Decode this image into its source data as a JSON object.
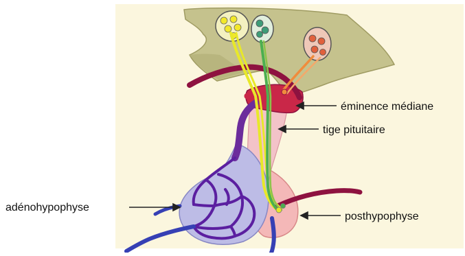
{
  "labels": {
    "eminence": "éminence médiane",
    "tige": "tige pituitaire",
    "adeno": "adénohypophyse",
    "posthypo": "posthypophyse"
  },
  "colors": {
    "background_panel": "#FBF6DE",
    "hypothalamus": "#C5C28D",
    "portal_vessels": "#6C2C9C",
    "artery": "#8E1240",
    "anterior_lobe": "#BDBCE6",
    "posterior_lobe": "#F4B8B8",
    "axon_yellow": "#E8E829",
    "axon_green": "#4CAF50",
    "axon_orange": "#F08C3C"
  }
}
